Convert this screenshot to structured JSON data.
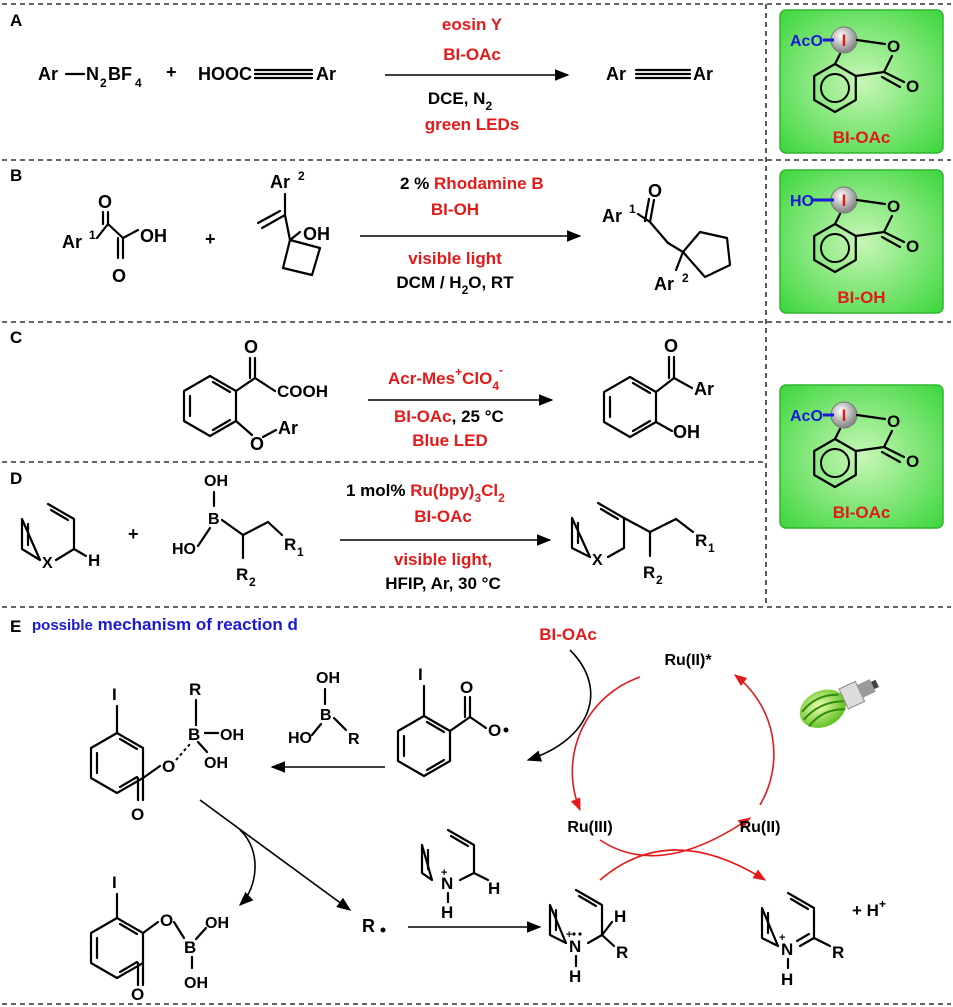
{
  "panels": {
    "A": {
      "label": "A",
      "reactant1_ar": "Ar",
      "reactant1_n": "N",
      "reactant1_sub2": "2",
      "reactant1_bf": "BF",
      "reactant1_sub4": "4",
      "plus": "+",
      "acid_left": "HOOC",
      "acid_right": "Ar",
      "cond1": "eosin Y",
      "cond2": "BI-OAc",
      "cond3": "DCE, N",
      "cond3_sub": "2",
      "cond4": "green LEDs",
      "product_left": "Ar",
      "product_right": "Ar"
    },
    "B": {
      "label": "B",
      "ar1": "Ar",
      "ar1_sup": "1",
      "o": "O",
      "oh": "OH",
      "plus": "+",
      "ar2": "Ar",
      "ar2_sup": "2",
      "cb_oh": "OH",
      "cond1_pct": "2 % ",
      "cond1_cat": "Rhodamine B",
      "cond2": "BI-OH",
      "cond3": "visible light",
      "cond4": "DCM / H",
      "cond4_sub": "2",
      "cond4_rest": "O, RT",
      "prod_ar1": "Ar",
      "prod_ar1_sup": "1",
      "prod_o": "O",
      "prod_ar2": "Ar",
      "prod_ar2_sup": "2"
    },
    "C": {
      "label": "C",
      "o": "O",
      "cooh": "COOH",
      "o_ar": "O",
      "ar": "Ar",
      "cond1": "Acr-Mes",
      "cond1_sup": "+",
      "cond1_b": "ClO",
      "cond1_sub": "4",
      "cond1_sup2": "-",
      "cond2": "BI-OAc",
      "cond2_rest": ", 25 °C",
      "cond3": "Blue LED",
      "prod_o": "O",
      "prod_ar": "Ar",
      "prod_oh": "OH"
    },
    "D": {
      "label": "D",
      "x": "X",
      "h": "H",
      "plus": "+",
      "oh": "OH",
      "ho": "HO",
      "b": "B",
      "r1": "R",
      "r1_sub": "1",
      "r2": "R",
      "r2_sub": "2",
      "cond1_a": "1 mol% ",
      "cond1_b": "Ru(bpy)",
      "cond1_sub3": "3",
      "cond1_c": "Cl",
      "cond1_sub2": "2",
      "cond2": "BI-OAc",
      "cond3": "visible light,",
      "cond4": "HFIP, Ar, 30 °C",
      "prod_x": "X",
      "prod_r1": "R",
      "prod_r1_sub": "1",
      "prod_r2": "R",
      "prod_r2_sub": "2"
    },
    "E": {
      "label": "E",
      "title_a": "possible",
      "title_b": " mechanism of reaction d",
      "bioac": "BI-OAc",
      "ru2star": "Ru(II)*",
      "ru3": "Ru(III)",
      "ru2": "Ru(II)",
      "i1": "I",
      "i2": "I",
      "i3": "I",
      "r_top": "R",
      "oh_b1": "OH",
      "oh_b2": "OH",
      "b1": "B",
      "o1": "O",
      "o1b": "O",
      "reag_oh": "OH",
      "reag_ho": "HO",
      "reag_b": "B",
      "reag_r": "R",
      "radical_o": "O",
      "radical_o2": "O",
      "prod_o": "O",
      "prod_o2": "O",
      "prod_b": "B",
      "prod_oh1": "OH",
      "prod_oh2": "OH",
      "r_rad": "R",
      "pyh_n": "N",
      "pyh_h": "H",
      "pyh_nh": "H",
      "plus_sign": "+",
      "int_n": "N",
      "int_h": "H",
      "int_r": "R",
      "int_nh": "H",
      "prod_n": "N",
      "prod_r": "R",
      "prod_nh": "H",
      "h_plus": "+ H",
      "h_plus_sup": "+"
    }
  },
  "reagents": [
    {
      "name": "BI-OAc",
      "acyl": "AcO",
      "iodine": "I",
      "o_ring": "O",
      "o_carbonyl": "O"
    },
    {
      "name": "BI-OH",
      "acyl": "HO",
      "iodine": "I",
      "o_ring": "O",
      "o_carbonyl": "O"
    },
    {
      "name": "BI-OAc",
      "acyl": "AcO",
      "iodine": "I",
      "o_ring": "O",
      "o_carbonyl": "O"
    }
  ],
  "colors": {
    "red": "#e41a1a",
    "blue": "#1a1ad6",
    "green_box": "#3cd63c",
    "green_light": "#b8f5a8"
  }
}
